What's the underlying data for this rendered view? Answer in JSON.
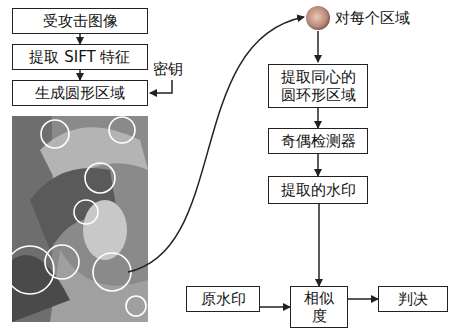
{
  "diagram": {
    "nodes": [
      {
        "text": [
          "受攻击图像"
        ]
      },
      {
        "text": [
          "提取 SIFT 特征"
        ]
      },
      {
        "text": [
          "生成圆形区域"
        ]
      },
      {
        "text": [
          "提取同心的 圆环形区域"
        ]
      },
      {
        "text": [
          "奇偶检测器"
        ]
      },
      {
        "text": [
          "提取的水印"
        ]
      },
      {
        "text": [
          "原水印"
        ]
      },
      {
        "text": [
          "相似度"
        ]
      },
      {
        "text": [
          "判决"
        ]
      }
    ],
    "edges": [
      {
        "from": 0,
        "to": 1,
        "arrow": "to"
      },
      {
        "from": 1,
        "to": 2,
        "arrow": "to"
      },
      {
        "from": 3,
        "to": 4,
        "arrow": "to"
      },
      {
        "from": 4,
        "to": 5,
        "arrow": "to"
      },
      {
        "from": 5,
        "to": 7,
        "arrow": "to"
      },
      {
        "from": 6,
        "to": 7,
        "arrow": "to"
      },
      {
        "from": 7,
        "to": 8,
        "arrow": "to"
      }
    ],
    "labels": [
      "密钥",
      "对每个区域"
    ]
  }
}
